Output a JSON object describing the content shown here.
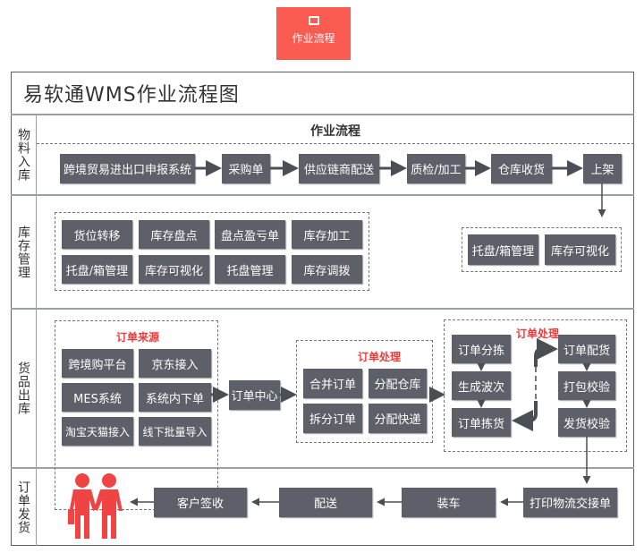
{
  "tab": {
    "label": "作业流程",
    "icon": "monitor-icon"
  },
  "title": "易软通WMS作业流程图",
  "lanes": [
    "物料入库",
    "库存管理",
    "货品出库",
    "订单发货"
  ],
  "inbound": {
    "header": "作业流程",
    "steps": [
      "跨境贸易进出口申报系统",
      "采购单",
      "供应链商配送",
      "质检/加工",
      "仓库收货",
      "上架"
    ]
  },
  "inventory": {
    "left": [
      "货位转移",
      "库存盘点",
      "盘点盈亏单",
      "库存加工",
      "托盘/箱管理",
      "库存可视化",
      "托盘管理",
      "库存调拨"
    ],
    "right": [
      "托盘/箱管理",
      "库存可视化"
    ]
  },
  "outbound": {
    "source_title": "订单来源",
    "sources": [
      "跨境购平台",
      "京东接入",
      "MES系统",
      "系统内下单",
      "淘宝天猫接入",
      "线下批量导入"
    ],
    "center": "订单中心",
    "process_title": "订单处理",
    "process": [
      "合并订单",
      "分配仓库",
      "拆分订单",
      "分配快递"
    ],
    "process2_title": "订单处理",
    "left_col": [
      "订单分拣",
      "生成波次",
      "订单拣货"
    ],
    "right_col": [
      "订单配货",
      "打包校验",
      "发货校验"
    ]
  },
  "delivery": {
    "steps": [
      "打印物流交接单",
      "装车",
      "配送",
      "客户签收"
    ],
    "icon": "customers-icon"
  },
  "colors": {
    "accent": "#fb5c52",
    "box": "#5d6068",
    "red_title": "#f03a3a"
  }
}
